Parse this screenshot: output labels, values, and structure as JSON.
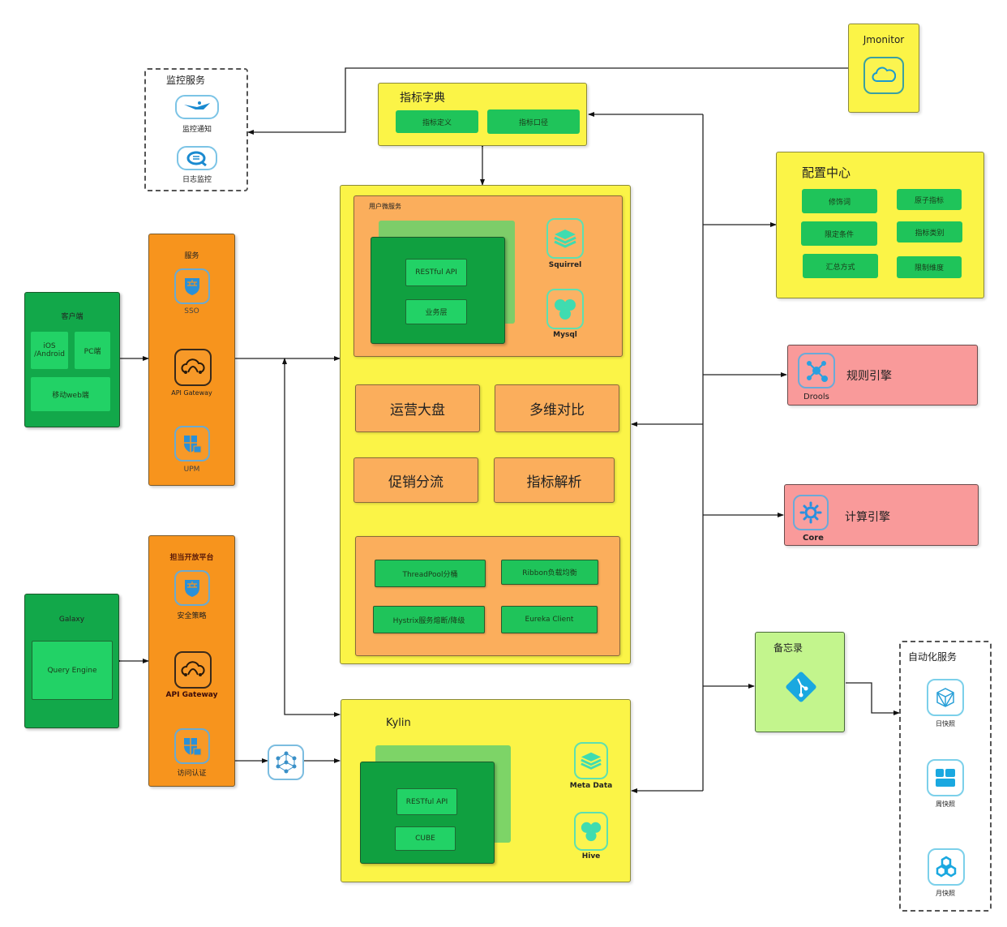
{
  "monitor_service": {
    "title": "监控服务",
    "items": [
      {
        "label": "监控通知",
        "icon": "notification-icon"
      },
      {
        "label": "日志监控",
        "icon": "log-search-icon"
      }
    ]
  },
  "jmonitor": {
    "title": "Jmonitor",
    "icon": "cloud-sync-icon"
  },
  "metric_dictionary": {
    "title": "指标字典",
    "items": [
      "指标定义",
      "指标口径"
    ]
  },
  "config_center": {
    "title": "配置中心",
    "items": [
      "修饰词",
      "原子指标",
      "限定条件",
      "指标类别",
      "汇总方式",
      "限制维度"
    ]
  },
  "user_microservice": {
    "title": "用户微服务",
    "inner": [
      "RESTful API",
      "业务层"
    ],
    "stores": [
      {
        "label": "Squirrel",
        "icon": "layers-icon"
      },
      {
        "label": "Mysql",
        "icon": "database-cluster-icon"
      }
    ]
  },
  "features": [
    "运营大盘",
    "多维对比",
    "促销分流",
    "指标解析"
  ],
  "framework": [
    "ThreadPool分桶",
    "Ribbon负载均衡",
    "Hystrix服务熔断/降级",
    "Eureka Client"
  ],
  "client": {
    "title": "客户端",
    "items": [
      "iOS /Android",
      "PC端",
      "移动web端"
    ]
  },
  "service": {
    "title": "服务",
    "items": [
      {
        "label": "SSO",
        "icon": "firewall-shield-icon"
      },
      {
        "label": "API Gateway",
        "icon": "api-gateway-icon"
      },
      {
        "label": "UPM",
        "icon": "security-lock-icon"
      }
    ]
  },
  "open_platform": {
    "title": "担当开放平台",
    "items": [
      {
        "label": "安全策略",
        "icon": "firewall-shield-icon"
      },
      {
        "label": "API Gateway",
        "icon": "api-gateway-icon"
      },
      {
        "label": "访问认证",
        "icon": "security-lock-icon"
      }
    ]
  },
  "galaxy": {
    "title": "Galaxy",
    "inner": "Query Engine"
  },
  "connector": {
    "icon": "network-hub-icon"
  },
  "kylin": {
    "title": "Kylin",
    "inner": [
      "RESTful API",
      "CUBE"
    ],
    "stores": [
      {
        "label": "Meta Data",
        "icon": "layers-icon"
      },
      {
        "label": "Hive",
        "icon": "database-cluster-icon"
      }
    ]
  },
  "rule_engine": {
    "title": "规则引擎",
    "label": "Drools",
    "icon": "hub-nodes-icon"
  },
  "compute_engine": {
    "title": "计算引擎",
    "label": "Core",
    "icon": "gear-icon"
  },
  "memo": {
    "title": "备忘录",
    "icon": "git-icon"
  },
  "automation": {
    "title": "自动化服务",
    "items": [
      {
        "label": "日快照",
        "icon": "cube-icon"
      },
      {
        "label": "周快照",
        "icon": "dashboard-icon"
      },
      {
        "label": "月快照",
        "icon": "hexagons-icon"
      }
    ]
  }
}
